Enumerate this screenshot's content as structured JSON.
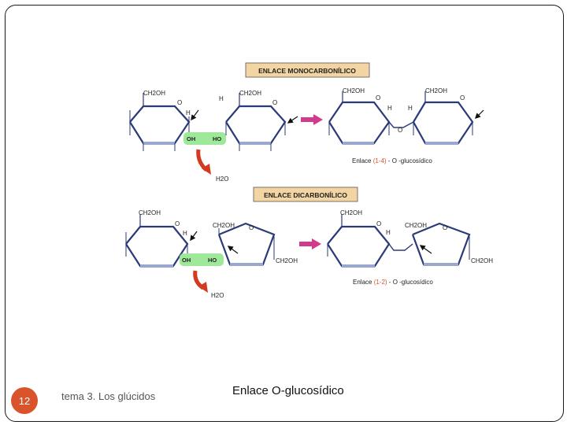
{
  "banner": {
    "mono": "ENLACE MONOCARBONÍLICO",
    "di": "ENLACE DICARBONÍLICO"
  },
  "groups": {
    "ch2oh": "CH2OH",
    "oh": "OH",
    "ho": "HO",
    "h": "H",
    "o": "O",
    "water": "H2O"
  },
  "caption_mono": {
    "pre": "Enlace ",
    "link": "(1-4)",
    "post": " - O -glucosídico"
  },
  "caption_di": {
    "pre": "Enlace ",
    "link": "(1-2)",
    "post": " - O -glucosídico"
  },
  "footer": {
    "page_number": "12",
    "left_text": "tema 3. Los glúcidos",
    "title": "Enlace O-glucosídico"
  },
  "colors": {
    "ring": "#2b3a78",
    "ring_shade": "#9aa8cf",
    "arrow_pink": "#d23a8c",
    "arrow_red": "#d33a1f",
    "highlight_green": "#9ee89a",
    "banner_bg": "#f3d4a3",
    "caption_accent": "#d9542b",
    "footer_circle": "#d9542b"
  }
}
